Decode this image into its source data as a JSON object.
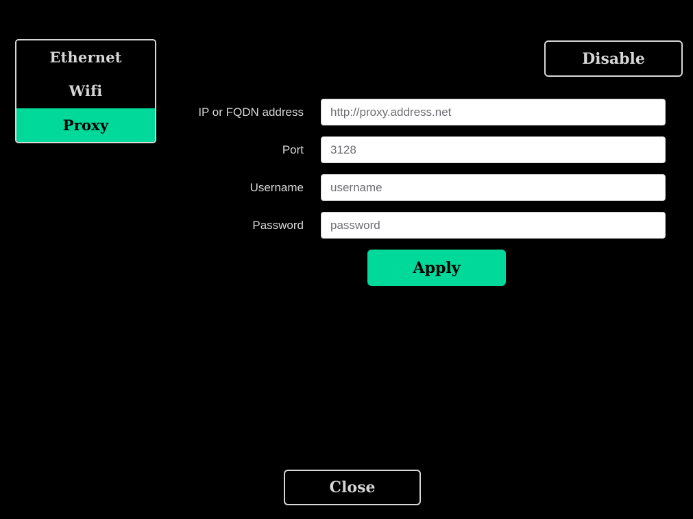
{
  "theme": {
    "background": "#000000",
    "accent": "#00d99a",
    "border": "#d8d8d8",
    "label_text": "#d9d9d9",
    "input_background": "#ffffff",
    "input_text": "#6d6d72"
  },
  "sections": {
    "items": [
      {
        "label": "Ethernet",
        "selected": false
      },
      {
        "label": "Wifi",
        "selected": false
      },
      {
        "label": "Proxy",
        "selected": true
      }
    ]
  },
  "header": {
    "disable_label": "Disable"
  },
  "form": {
    "fields": [
      {
        "label": "IP or FQDN address",
        "value": "",
        "placeholder": "http://proxy.address.net"
      },
      {
        "label": "Port",
        "value": "",
        "placeholder": "3128"
      },
      {
        "label": "Username",
        "value": "",
        "placeholder": "username"
      },
      {
        "label": "Password",
        "value": "",
        "placeholder": "password"
      }
    ],
    "apply_label": "Apply"
  },
  "footer": {
    "close_label": "Close"
  }
}
